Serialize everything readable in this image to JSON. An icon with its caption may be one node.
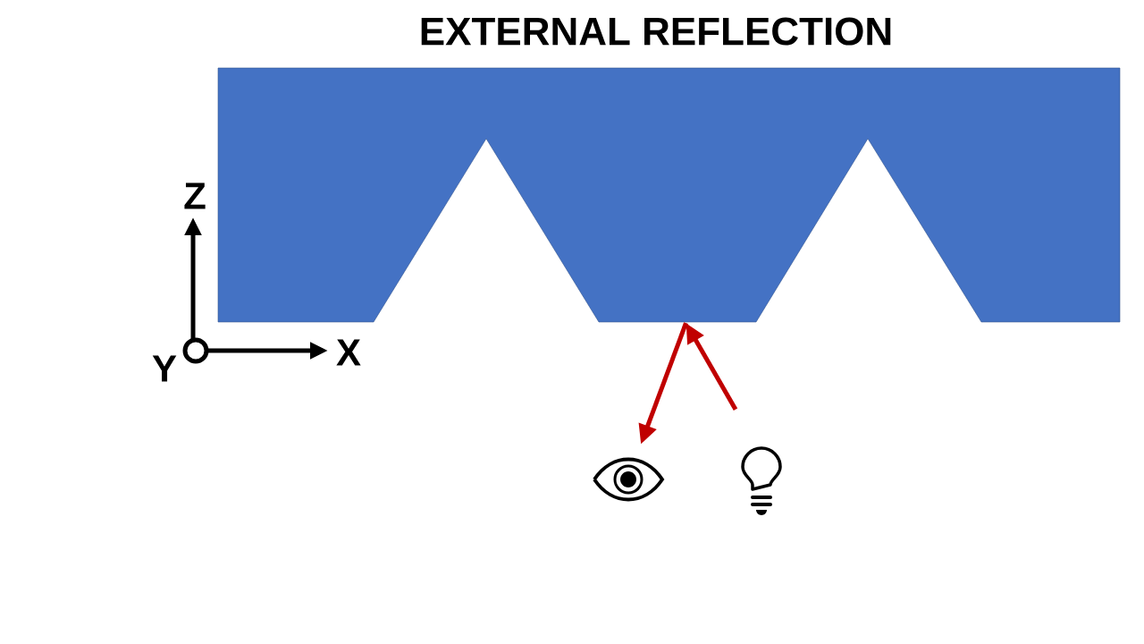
{
  "diagram": {
    "title": "EXTERNAL REFLECTION",
    "nodes": [
      {
        "text": [],
        "shape": "box"
      },
      {
        "text": [],
        "shape": "eye"
      },
      {
        "text": [],
        "shape": "lamp"
      }
    ],
    "edges": [
      {
        "from": 0,
        "to": 1,
        "arrow": "to",
        "color": "#c00000"
      },
      {
        "from": 2,
        "to": 0,
        "arrow": "to",
        "color": "#c00000"
      }
    ],
    "labels": [
      "Z",
      "X",
      "Y"
    ]
  }
}
